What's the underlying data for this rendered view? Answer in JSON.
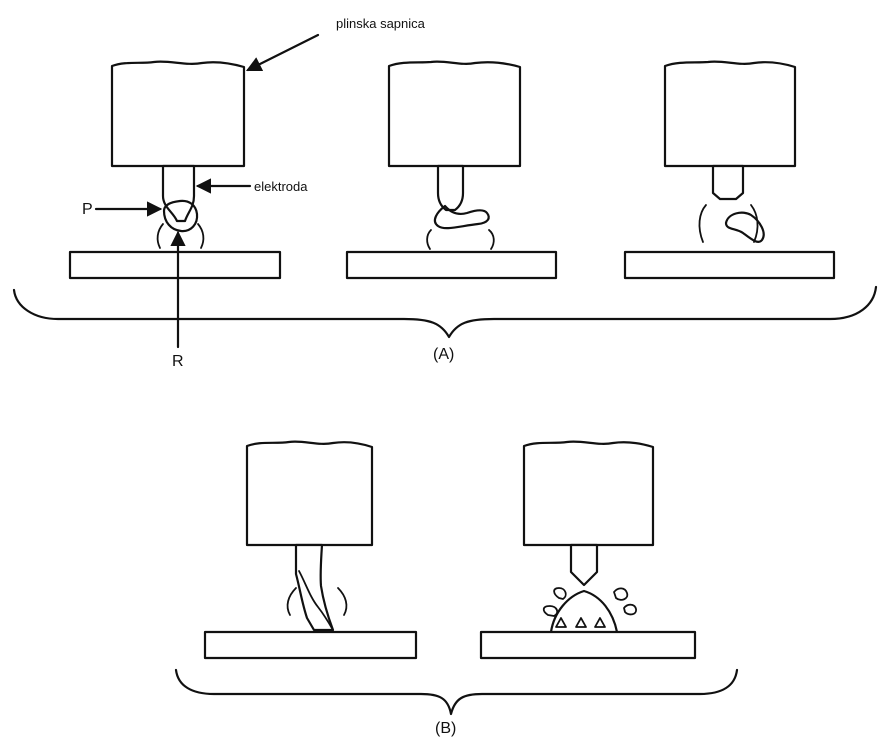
{
  "labels": {
    "nozzle": "plinska sapnica",
    "electrode": "elektroda",
    "p": "P",
    "r": "R",
    "group_a": "(A)",
    "group_b": "(B)"
  }
}
